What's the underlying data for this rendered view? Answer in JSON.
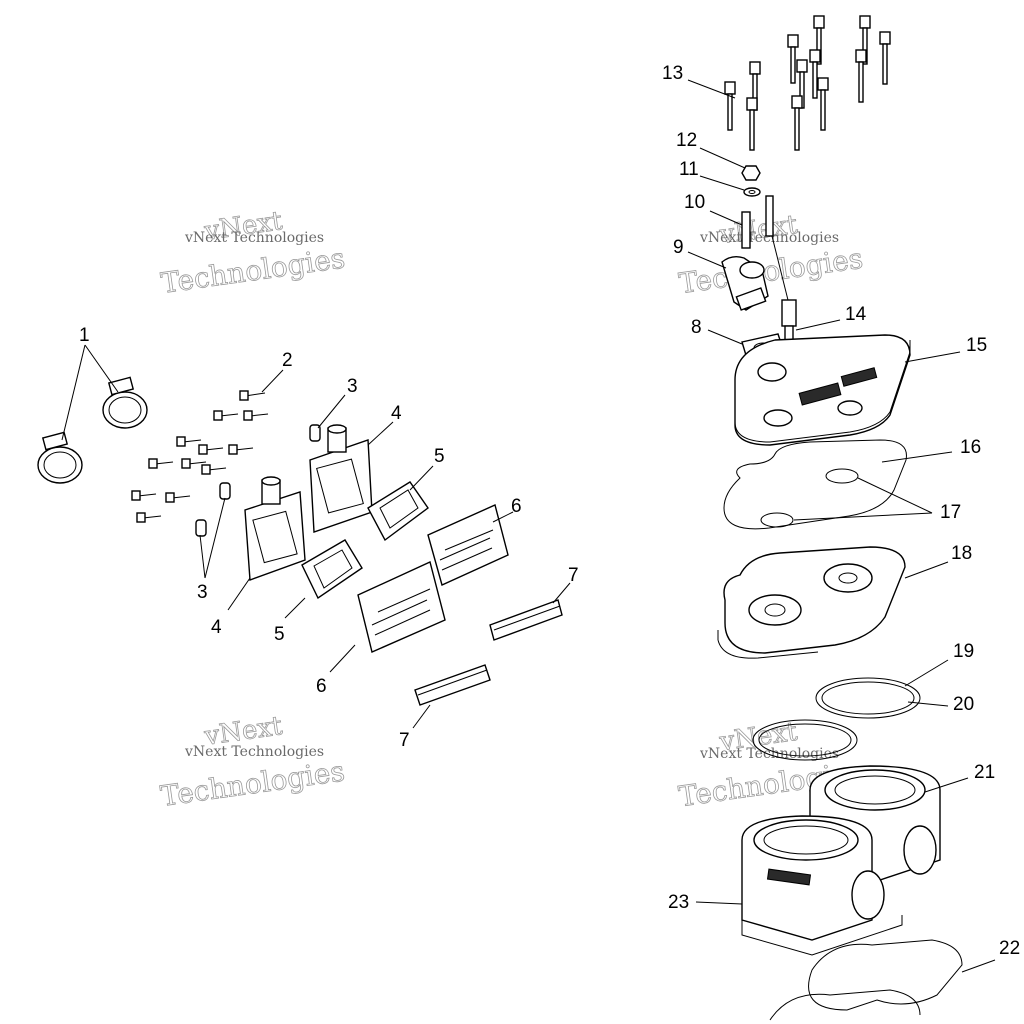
{
  "watermark": {
    "line_top": "vNext",
    "line_mid": "vNext Technologies",
    "line_bottom": "Technologies"
  },
  "callouts": [
    {
      "id": "c1",
      "text": "1"
    },
    {
      "id": "c2",
      "text": "2"
    },
    {
      "id": "c3a",
      "text": "3"
    },
    {
      "id": "c3b",
      "text": "3"
    },
    {
      "id": "c4a",
      "text": "4"
    },
    {
      "id": "c4b",
      "text": "4"
    },
    {
      "id": "c5a",
      "text": "5"
    },
    {
      "id": "c5b",
      "text": "5"
    },
    {
      "id": "c6a",
      "text": "6"
    },
    {
      "id": "c6b",
      "text": "6"
    },
    {
      "id": "c7a",
      "text": "7"
    },
    {
      "id": "c7b",
      "text": "7"
    },
    {
      "id": "c8",
      "text": "8"
    },
    {
      "id": "c9",
      "text": "9"
    },
    {
      "id": "c10",
      "text": "10"
    },
    {
      "id": "c11",
      "text": "11"
    },
    {
      "id": "c12",
      "text": "12"
    },
    {
      "id": "c13",
      "text": "13"
    },
    {
      "id": "c14",
      "text": "14"
    },
    {
      "id": "c15",
      "text": "15"
    },
    {
      "id": "c16",
      "text": "16"
    },
    {
      "id": "c17",
      "text": "17"
    },
    {
      "id": "c18",
      "text": "18"
    },
    {
      "id": "c19",
      "text": "19"
    },
    {
      "id": "c20",
      "text": "20"
    },
    {
      "id": "c21",
      "text": "21"
    },
    {
      "id": "c22",
      "text": "22"
    },
    {
      "id": "c23",
      "text": "23"
    }
  ]
}
